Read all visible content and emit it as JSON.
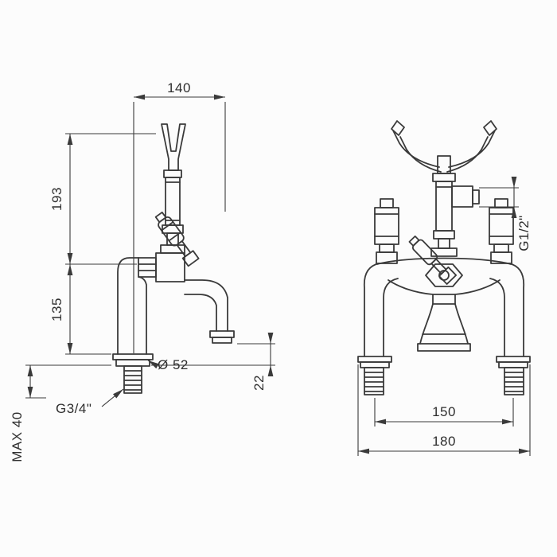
{
  "drawing": {
    "product": "bath-shower-mixer-technical-drawing",
    "colors": {
      "line": "#3a3a3a",
      "dimension_line": "#3a3a3a",
      "text": "#2e2e2e",
      "background": "#fcfcfc"
    },
    "side_view": {
      "dims": {
        "reach": "140",
        "upper_height": "193",
        "lower_height": "135",
        "flange_diameter": "Ø 52",
        "spout_clearance": "22",
        "inlet_thread": "G3/4\"",
        "max_deck_thickness": "MAX  40"
      }
    },
    "front_view": {
      "dims": {
        "outlet_thread": "G1/2\"",
        "inlet_centres": "150",
        "overall_width": "180"
      }
    }
  }
}
